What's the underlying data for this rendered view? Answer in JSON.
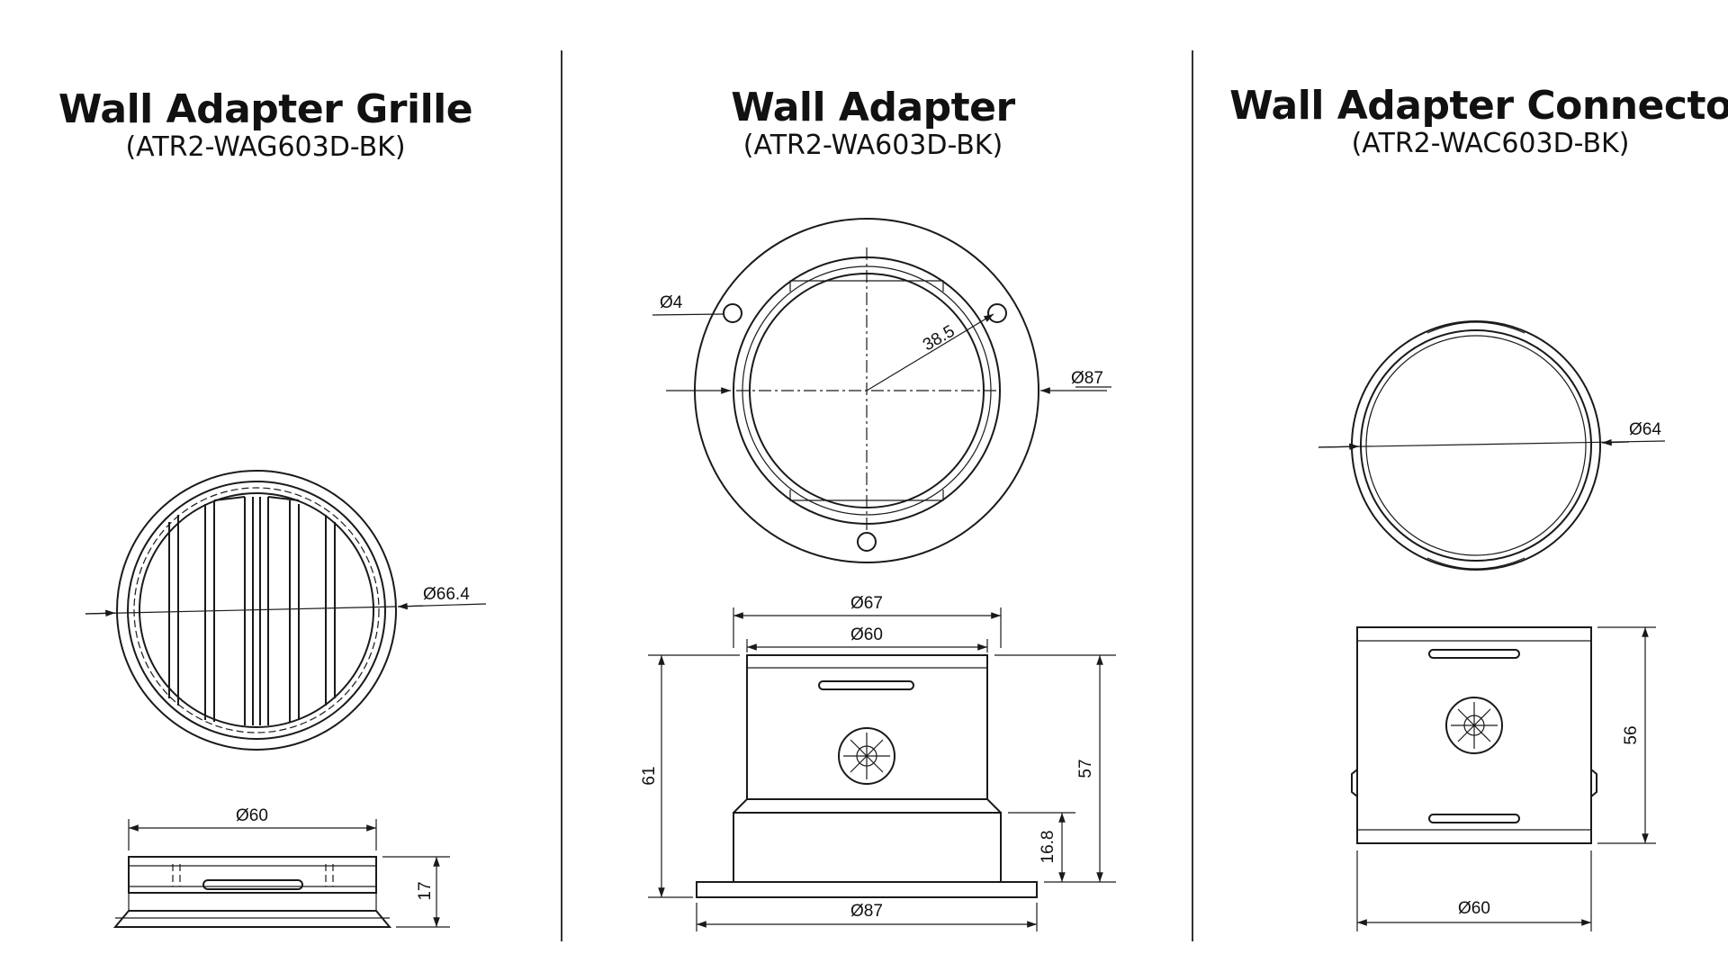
{
  "panels": [
    {
      "title": "Wall Adapter Grille",
      "code": "(ATR2-WAG603D-BK)"
    },
    {
      "title": "Wall Adapter",
      "code": "(ATR2-WA603D-BK)"
    },
    {
      "title": "Wall Adapter Connector",
      "code": "(ATR2-WAC603D-BK)"
    }
  ],
  "dimensions": {
    "grille_front_dia": "Ø66.4",
    "grille_side_dia": "Ø60",
    "grille_height": "17",
    "adapter_hole_dia": "Ø4",
    "adapter_radius": "38.5",
    "adapter_flange_dia": "Ø87",
    "adapter_top_outer_dia": "Ø67",
    "adapter_top_inner_dia": "Ø60",
    "adapter_total_height": "61",
    "adapter_body_height": "57",
    "adapter_step_height": "16.8",
    "adapter_base_dia": "Ø87",
    "connector_front_dia": "Ø64",
    "connector_height": "56",
    "connector_side_dia": "Ø60"
  }
}
